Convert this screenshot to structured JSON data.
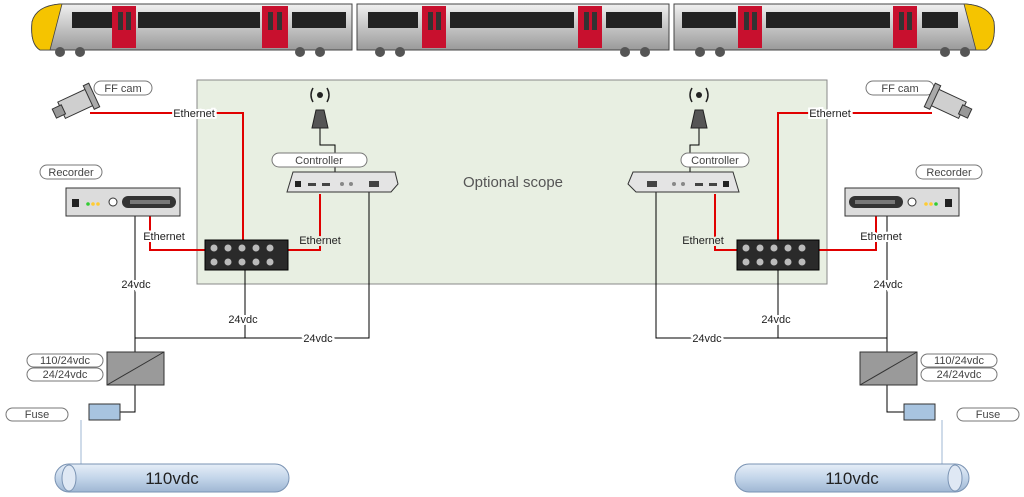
{
  "train": {
    "name": "train-image"
  },
  "scope_label": "Optional scope",
  "left": {
    "ff_cam": "FF cam",
    "ethernet_cam": "Ethernet",
    "recorder": "Recorder",
    "ethernet_recorder": "Ethernet",
    "controller": "Controller",
    "ethernet_controller": "Ethernet",
    "vdc_recorder": "24vdc",
    "vdc_switch": "24vdc",
    "vdc_bus": "24vdc",
    "converter_1": "110/24vdc",
    "converter_2": "24/24vdc",
    "fuse": "Fuse",
    "supply": "110vdc"
  },
  "right": {
    "ff_cam": "FF cam",
    "ethernet_cam": "Ethernet",
    "recorder": "Recorder",
    "ethernet_recorder": "Ethernet",
    "controller": "Controller",
    "ethernet_controller": "Ethernet",
    "vdc_recorder": "24vdc",
    "vdc_switch": "24vdc",
    "vdc_bus": "24vdc",
    "converter_1": "110/24vdc",
    "converter_2": "24/24vdc",
    "fuse": "Fuse",
    "supply": "110vdc"
  },
  "colors": {
    "ethernet": "#e00000",
    "power": "#000000",
    "scope_fill": "#e8efe2",
    "train_red": "#c8102e",
    "train_yellow": "#f5c400",
    "supply_fill": "#c9d9ec"
  }
}
